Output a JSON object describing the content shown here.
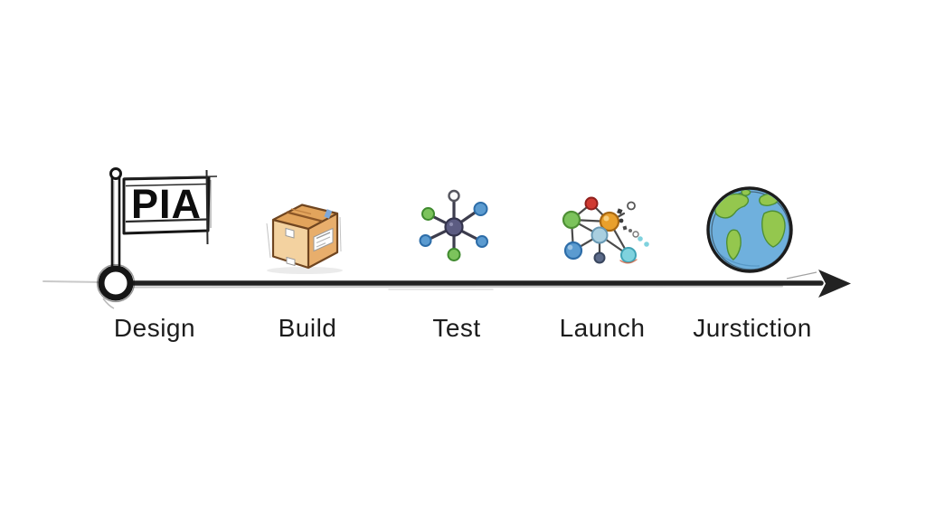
{
  "diagram": {
    "title": "product-lifecycle-timeline",
    "flag_text": "PIA",
    "milestones": [
      {
        "label": "Design",
        "icon": "flag-icon"
      },
      {
        "label": "Build",
        "icon": "package-icon"
      },
      {
        "label": "Test",
        "icon": "molecule-icon"
      },
      {
        "label": "Launch",
        "icon": "network-icon"
      },
      {
        "label": "Jurstiction",
        "icon": "globe-icon"
      }
    ],
    "colors": {
      "axis": "#222222",
      "axis_faint": "#c9c9c9",
      "ink": "#161616",
      "box_left": "#f3d2a0",
      "box_right": "#e8ae6c",
      "box_top": "#e2a45c",
      "box_outline": "#6f4520",
      "tape_blue": "#7fa8d8",
      "node_center": "#5c5c82",
      "node_green": "#7cc35c",
      "node_blue": "#5b9bd0",
      "node_white": "#fbfbfb",
      "node_red": "#cf3a32",
      "node_orange": "#e9a02c",
      "node_lightblue": "#a9cfe0",
      "node_navy": "#5c6b8a",
      "node_cyan": "#7fd2de",
      "globe_ocean": "#6fb0dd",
      "globe_land": "#94c74e"
    }
  }
}
